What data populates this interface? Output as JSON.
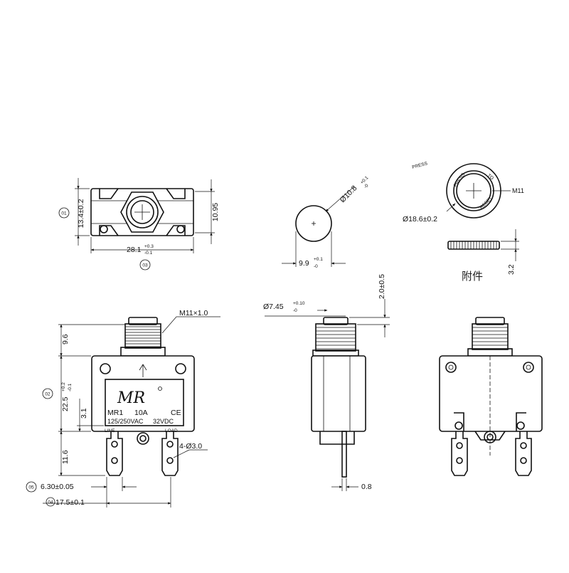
{
  "top_view": {
    "dim_width": "28.1",
    "dim_width_tol_upper": "+0.3",
    "dim_width_tol_lower": "-0.1",
    "dim_height": "13.4±0.2",
    "dim_inner": "10.95",
    "mark_1": "01",
    "mark_3": "03"
  },
  "button_view": {
    "dim_diameter": "Ø10.8",
    "dim_diameter_tol_upper": "+0.1",
    "dim_diameter_tol_lower": "-0",
    "dim_width": "9.9",
    "dim_width_tol_upper": "+0.1",
    "dim_width_tol_lower": "-0"
  },
  "nut_view": {
    "label_press": "PRESS",
    "label_to": "TO",
    "label_reset": "RESET",
    "label_thread": "M11",
    "dim_diameter": "Ø18.6±0.2",
    "dim_thickness": "3.2",
    "label_accessory": "附件"
  },
  "front_view": {
    "thread": "M11×1.0",
    "dim_thread_height": "9.6",
    "dim_body_height": "22.5",
    "dim_body_tol_upper": "+0.2",
    "dim_body_tol_lower": "-0.1",
    "dim_label_height": "3.1",
    "dim_terminal_height": "11.6",
    "dim_terminal_width": "6.30±0.05",
    "dim_terminal_pitch": "17.5±0.1",
    "dim_holes": "4-Ø3.0",
    "mark_2": "02",
    "mark_4": "04",
    "mark_5": "05",
    "logo": "MR",
    "model": "MR1",
    "rating": "10A",
    "voltage_ac": "125/250VAC",
    "voltage_dc": "32VDC",
    "ce_mark": "CE",
    "label_line": "LINE",
    "label_load": "LOAD"
  },
  "side_view": {
    "dim_shaft": "Ø7.45",
    "dim_shaft_tol_upper": "+0.10",
    "dim_shaft_tol_lower": "-0",
    "dim_button": "2.0±0.5",
    "dim_terminal_thickness": "0.8"
  }
}
